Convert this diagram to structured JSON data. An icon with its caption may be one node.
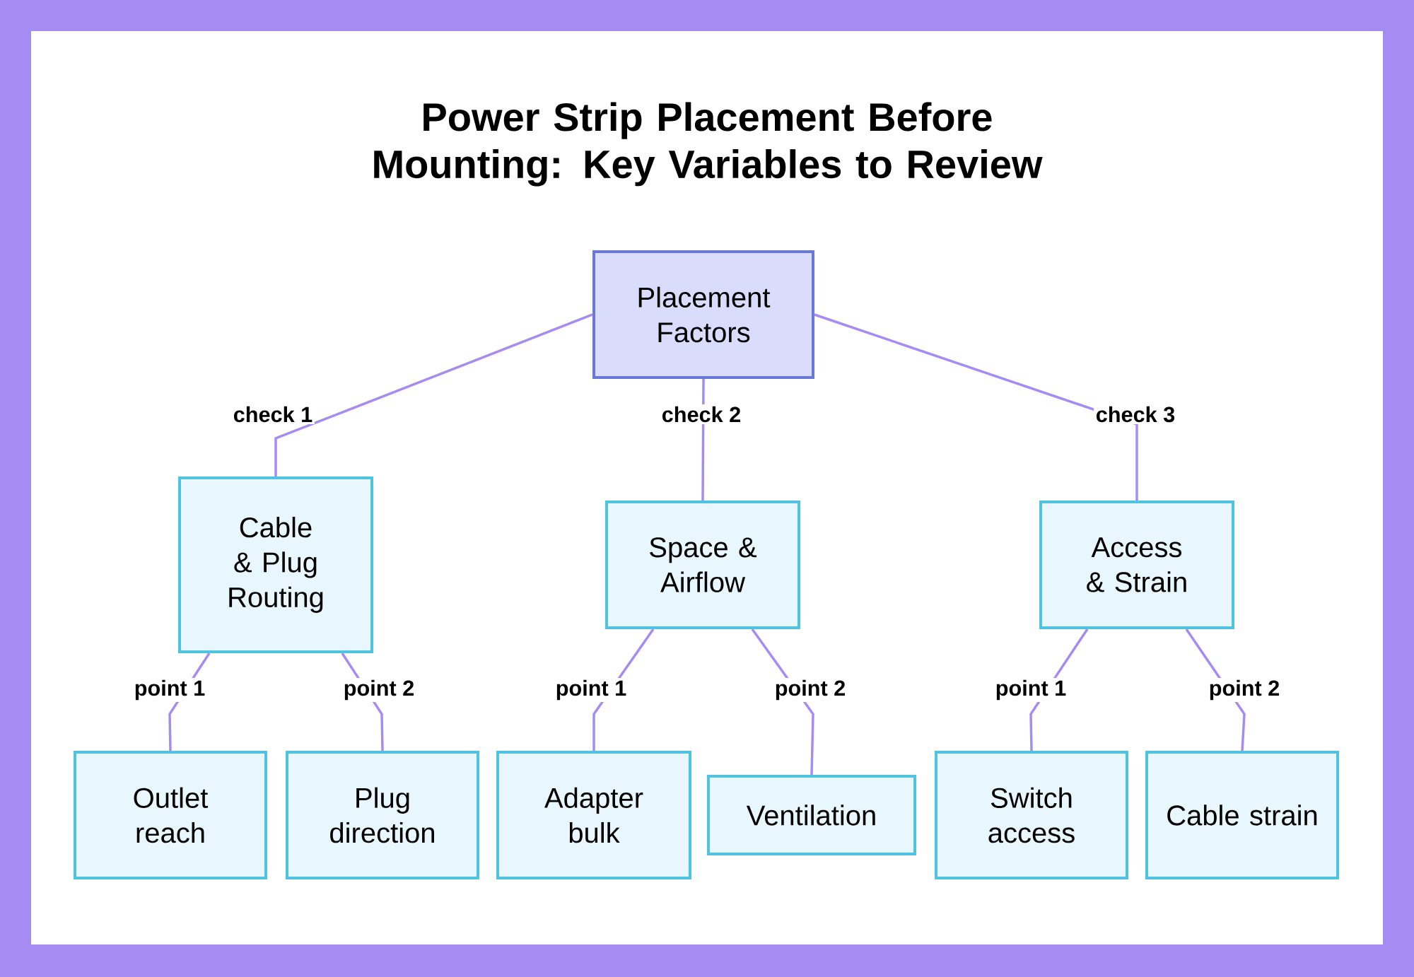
{
  "diagram": {
    "title": "Power Strip Placement Before Mounting: Key Variables to Review",
    "nodes": [
      {
        "text": [
          "Placement Factors"
        ]
      },
      {
        "text": [
          "Cable & Plug Routing"
        ]
      },
      {
        "text": [
          "Space & Airflow"
        ]
      },
      {
        "text": [
          "Access & Strain"
        ]
      },
      {
        "text": [
          "Outlet reach"
        ]
      },
      {
        "text": [
          "Plug direction"
        ]
      },
      {
        "text": [
          "Adapter bulk"
        ]
      },
      {
        "text": [
          "Ventilation"
        ]
      },
      {
        "text": [
          "Switch access"
        ]
      },
      {
        "text": [
          "Cable strain"
        ]
      }
    ],
    "edges": [
      {
        "from": 0,
        "to": 1,
        "arrow": "none",
        "label": "check 1"
      },
      {
        "from": 0,
        "to": 2,
        "arrow": "none",
        "label": "check 2"
      },
      {
        "from": 0,
        "to": 3,
        "arrow": "none",
        "label": "check 3"
      },
      {
        "from": 1,
        "to": 4,
        "arrow": "none",
        "label": "point 1"
      },
      {
        "from": 1,
        "to": 5,
        "arrow": "none",
        "label": "point 2"
      },
      {
        "from": 2,
        "to": 6,
        "arrow": "none",
        "label": "point 1"
      },
      {
        "from": 2,
        "to": 7,
        "arrow": "none",
        "label": "point 2"
      },
      {
        "from": 3,
        "to": 8,
        "arrow": "none",
        "label": "point 1"
      },
      {
        "from": 3,
        "to": 9,
        "arrow": "none",
        "label": "point 2"
      }
    ]
  }
}
